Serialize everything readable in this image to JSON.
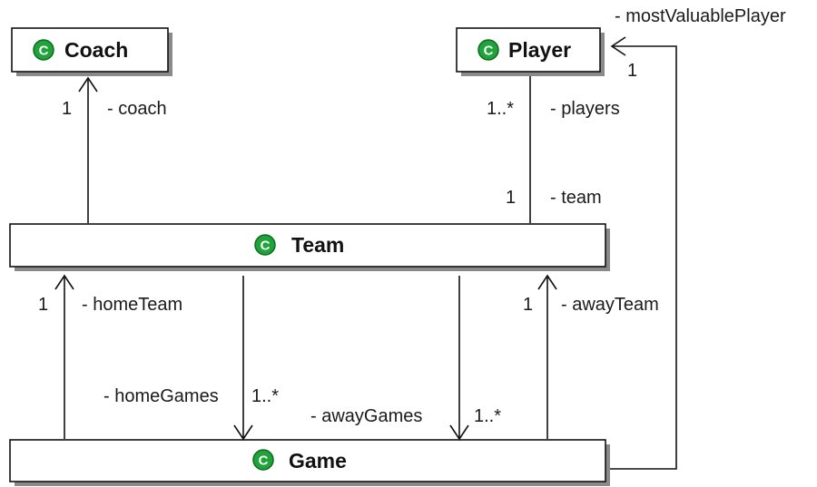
{
  "colors": {
    "class_icon_fill": "#1fa33a",
    "class_icon_stroke": "#0c6b1f",
    "line": "#111111",
    "box_fill": "#ffffff",
    "shadow": "#8a8a8a"
  },
  "class_icon": {
    "name": "class-c-icon",
    "glyph": "C"
  },
  "classes": {
    "coach": {
      "name": "Coach"
    },
    "player": {
      "name": "Player"
    },
    "team": {
      "name": "Team"
    },
    "game": {
      "name": "Game"
    }
  },
  "associations": {
    "team_coach": {
      "role": "- coach",
      "multiplicity": "1"
    },
    "player_team": {
      "role_player_end": "- players",
      "mult_player_end": "1..*",
      "role_team_end": "- team",
      "mult_team_end": "1"
    },
    "game_home_team": {
      "role": "- homeTeam",
      "multiplicity": "1"
    },
    "team_home_games": {
      "role": "- homeGames",
      "multiplicity": "1..*"
    },
    "team_away_games": {
      "role": "- awayGames",
      "multiplicity": "1..*"
    },
    "game_away_team": {
      "role": "- awayTeam",
      "multiplicity": "1"
    },
    "game_mvp": {
      "role": "- mostValuablePlayer",
      "multiplicity": "1"
    }
  }
}
